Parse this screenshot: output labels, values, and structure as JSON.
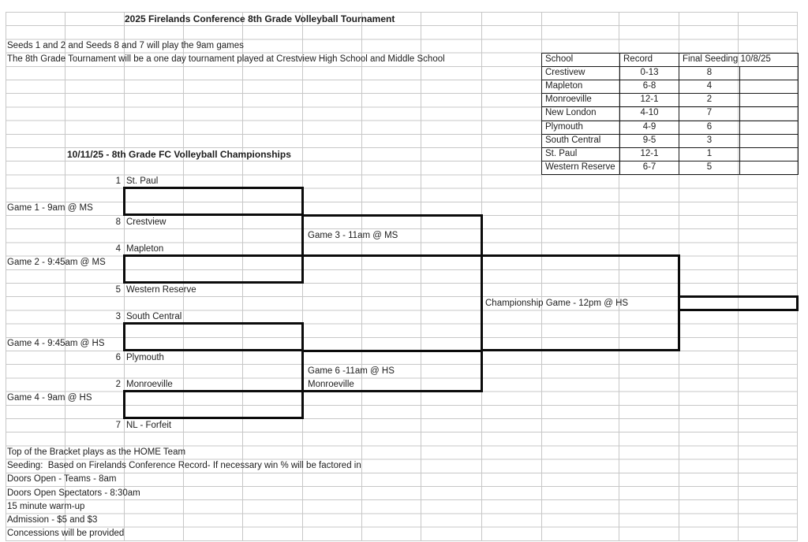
{
  "page": {
    "title": "2025 Firelands Conference 8th Grade Volleyball Tournament",
    "note_seeds": "Seeds 1 and 2 and Seeds 8 and 7 will play the 9am games",
    "note_venue": "The 8th Grade Tournament will be a one day tournament played at Crestview High School and Middle School",
    "bracket_title": "10/11/25 - 8th Grade FC Volleyball Championships",
    "notes_bottom": [
      "Top of the Bracket plays as the HOME Team",
      "Seeding:  Based on Firelands Conference Record- If necessary win % will be factored in",
      "Doors Open - Teams - 8am",
      "Doors Open Spectators - 8:30am",
      "15 minute warm-up",
      "Admission - $5 and $3",
      "Concessions will be provided"
    ]
  },
  "standings": {
    "header": {
      "school": "School",
      "record": "Record",
      "seeding": "Final Seeding 10/8/25"
    },
    "rows": [
      {
        "school": "Crestivew",
        "record": "0-13",
        "seed": "8"
      },
      {
        "school": "Mapleton",
        "record": "6-8",
        "seed": "4"
      },
      {
        "school": "Monroeville",
        "record": "12-1",
        "seed": "2"
      },
      {
        "school": "New London",
        "record": "4-10",
        "seed": "7"
      },
      {
        "school": "Plymouth",
        "record": "4-9",
        "seed": "6"
      },
      {
        "school": "South Central",
        "record": "9-5",
        "seed": "3"
      },
      {
        "school": "St. Paul",
        "record": "12-1",
        "seed": "1"
      },
      {
        "school": "Western Reserve",
        "record": "6-7",
        "seed": "5"
      }
    ]
  },
  "bracket": {
    "slots": [
      {
        "seed": "1",
        "team": "St. Paul"
      },
      {
        "seed": "8",
        "team": "Crestview"
      },
      {
        "seed": "4",
        "team": "Mapleton"
      },
      {
        "seed": "5",
        "team": "Western Reserve"
      },
      {
        "seed": "3",
        "team": "South Central"
      },
      {
        "seed": "6",
        "team": "Plymouth"
      },
      {
        "seed": "2",
        "team": "Monroeville"
      },
      {
        "seed": "7",
        "team": "NL - Forfeit"
      }
    ],
    "games": {
      "game1": "Game 1 - 9am @ MS",
      "game2": "Game 2 - 9:45am @ MS",
      "game3": "Game 3 - 11am @ MS",
      "game4": "Game 4 - 9:45am @ HS",
      "game5": "Game 4 - 9am @ HS",
      "game6_line1": "Game 6 -11am @ HS",
      "game6_line2": "Monroeville",
      "championship": "Championship Game - 12pm @ HS"
    }
  },
  "colors": {
    "background": "#ffffff",
    "grid_line": "#c7c7c7",
    "bracket_line": "#0b0b0b",
    "table_border": "#1a1a1a",
    "text": "#1d1d1d"
  }
}
